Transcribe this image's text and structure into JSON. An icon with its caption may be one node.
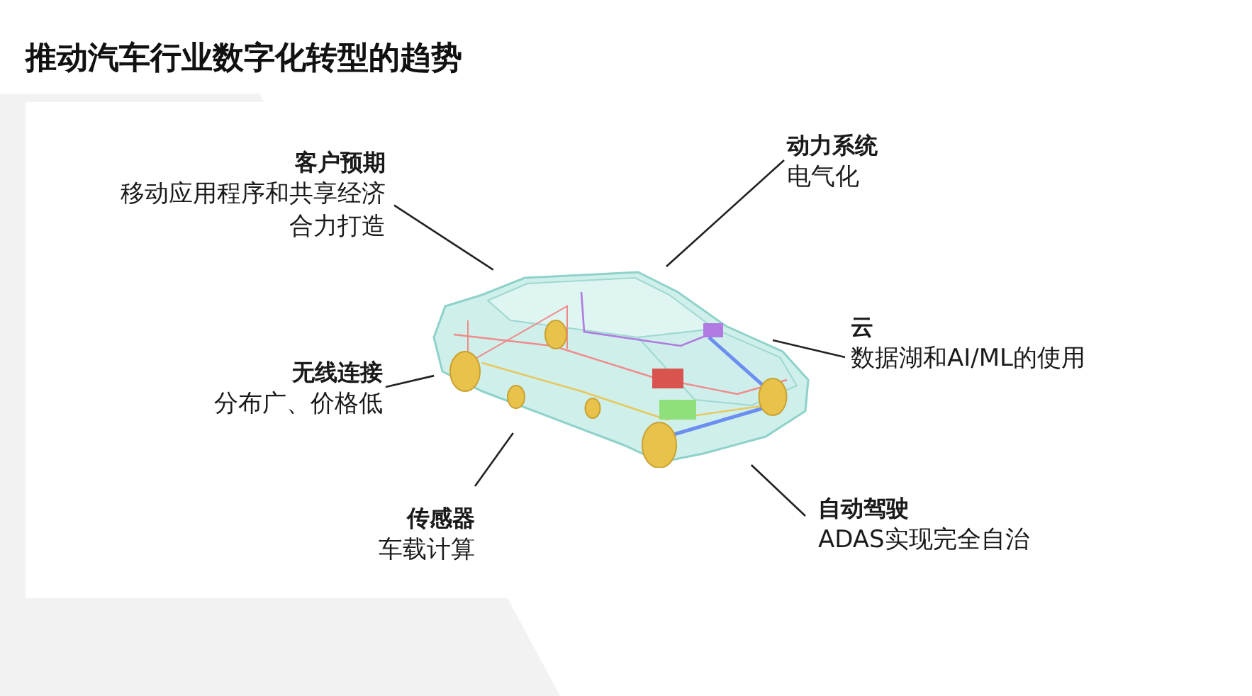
{
  "diagram": {
    "title": "推动汽车行业数字化转型的趋势",
    "nodes": [
      {
        "text": [],
        "shape": "picture"
      },
      {
        "text": [
          "客户预期",
          "移动应用程序和共享经济合力打造"
        ]
      },
      {
        "text": [
          "动力系统",
          "电气化"
        ]
      },
      {
        "text": [
          "云",
          "数据湖和AI/ML的使用"
        ]
      },
      {
        "text": [
          "无线连接",
          "分布广、价格低"
        ]
      },
      {
        "text": [
          "传感器",
          "车载计算"
        ]
      },
      {
        "text": [
          "自动驾驶",
          "ADAS实现完全自治"
        ]
      }
    ],
    "edges": [
      {
        "from": 1,
        "to": 0,
        "arrow": "none"
      },
      {
        "from": 2,
        "to": 0,
        "arrow": "none"
      },
      {
        "from": 3,
        "to": 0,
        "arrow": "none"
      },
      {
        "from": 4,
        "to": 0,
        "arrow": "none"
      },
      {
        "from": 5,
        "to": 0,
        "arrow": "none"
      },
      {
        "from": 6,
        "to": 0,
        "arrow": "none"
      }
    ]
  }
}
